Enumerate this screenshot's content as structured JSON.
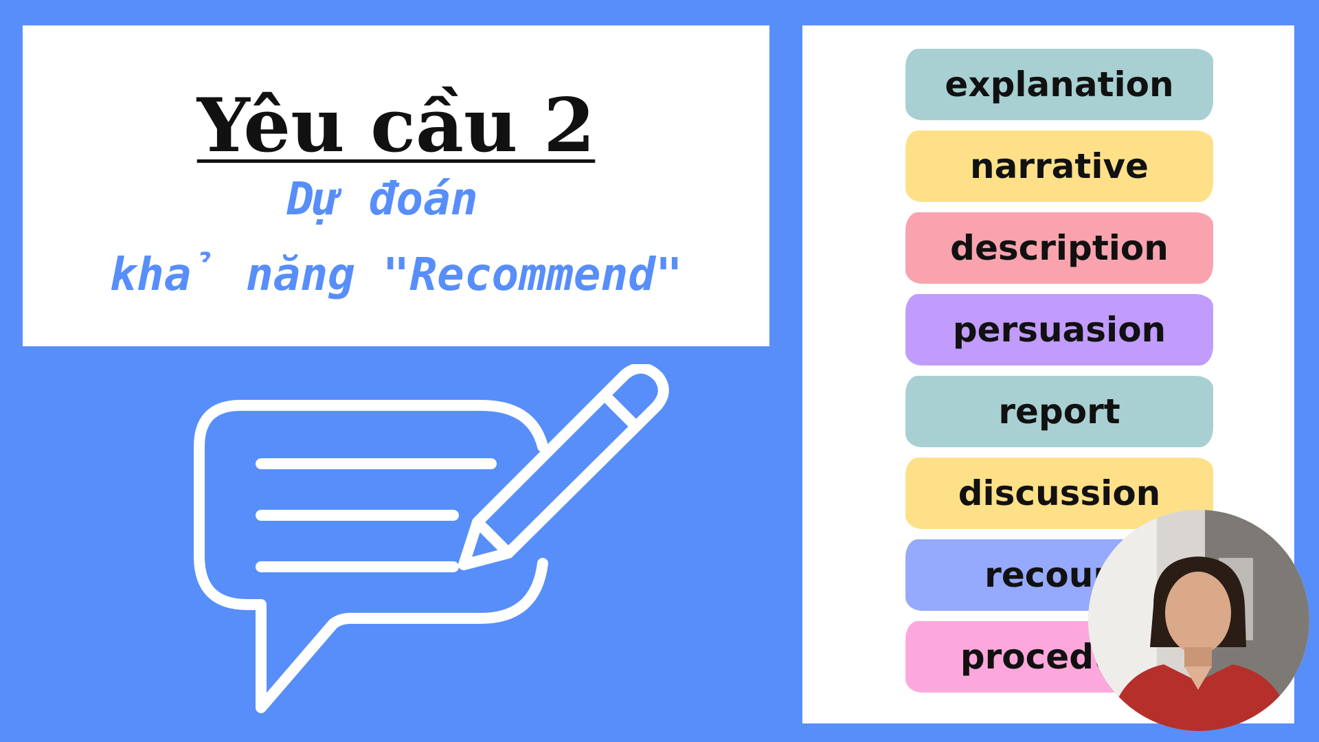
{
  "title_card": {
    "title": "Yêu cầu 2",
    "subtitle_line1": "Dự đoán",
    "subtitle_line2": "khả năng \"Recommend\""
  },
  "illustration": {
    "icon": "chat-bubble-with-pencil-icon",
    "color": "#ffffff"
  },
  "genres": [
    {
      "label": "explanation",
      "color": "#a8d0d2"
    },
    {
      "label": "narrative",
      "color": "#fee089"
    },
    {
      "label": "description",
      "color": "#f9a3ae"
    },
    {
      "label": "persuasion",
      "color": "#c19cfc"
    },
    {
      "label": "report",
      "color": "#a8d0d2"
    },
    {
      "label": "discussion",
      "color": "#fee089"
    },
    {
      "label": "recount",
      "color": "#95a9fd"
    },
    {
      "label": "procedure",
      "color": "#fda8dc"
    }
  ],
  "colors": {
    "background": "#578efa",
    "accent_text": "#578efa"
  }
}
